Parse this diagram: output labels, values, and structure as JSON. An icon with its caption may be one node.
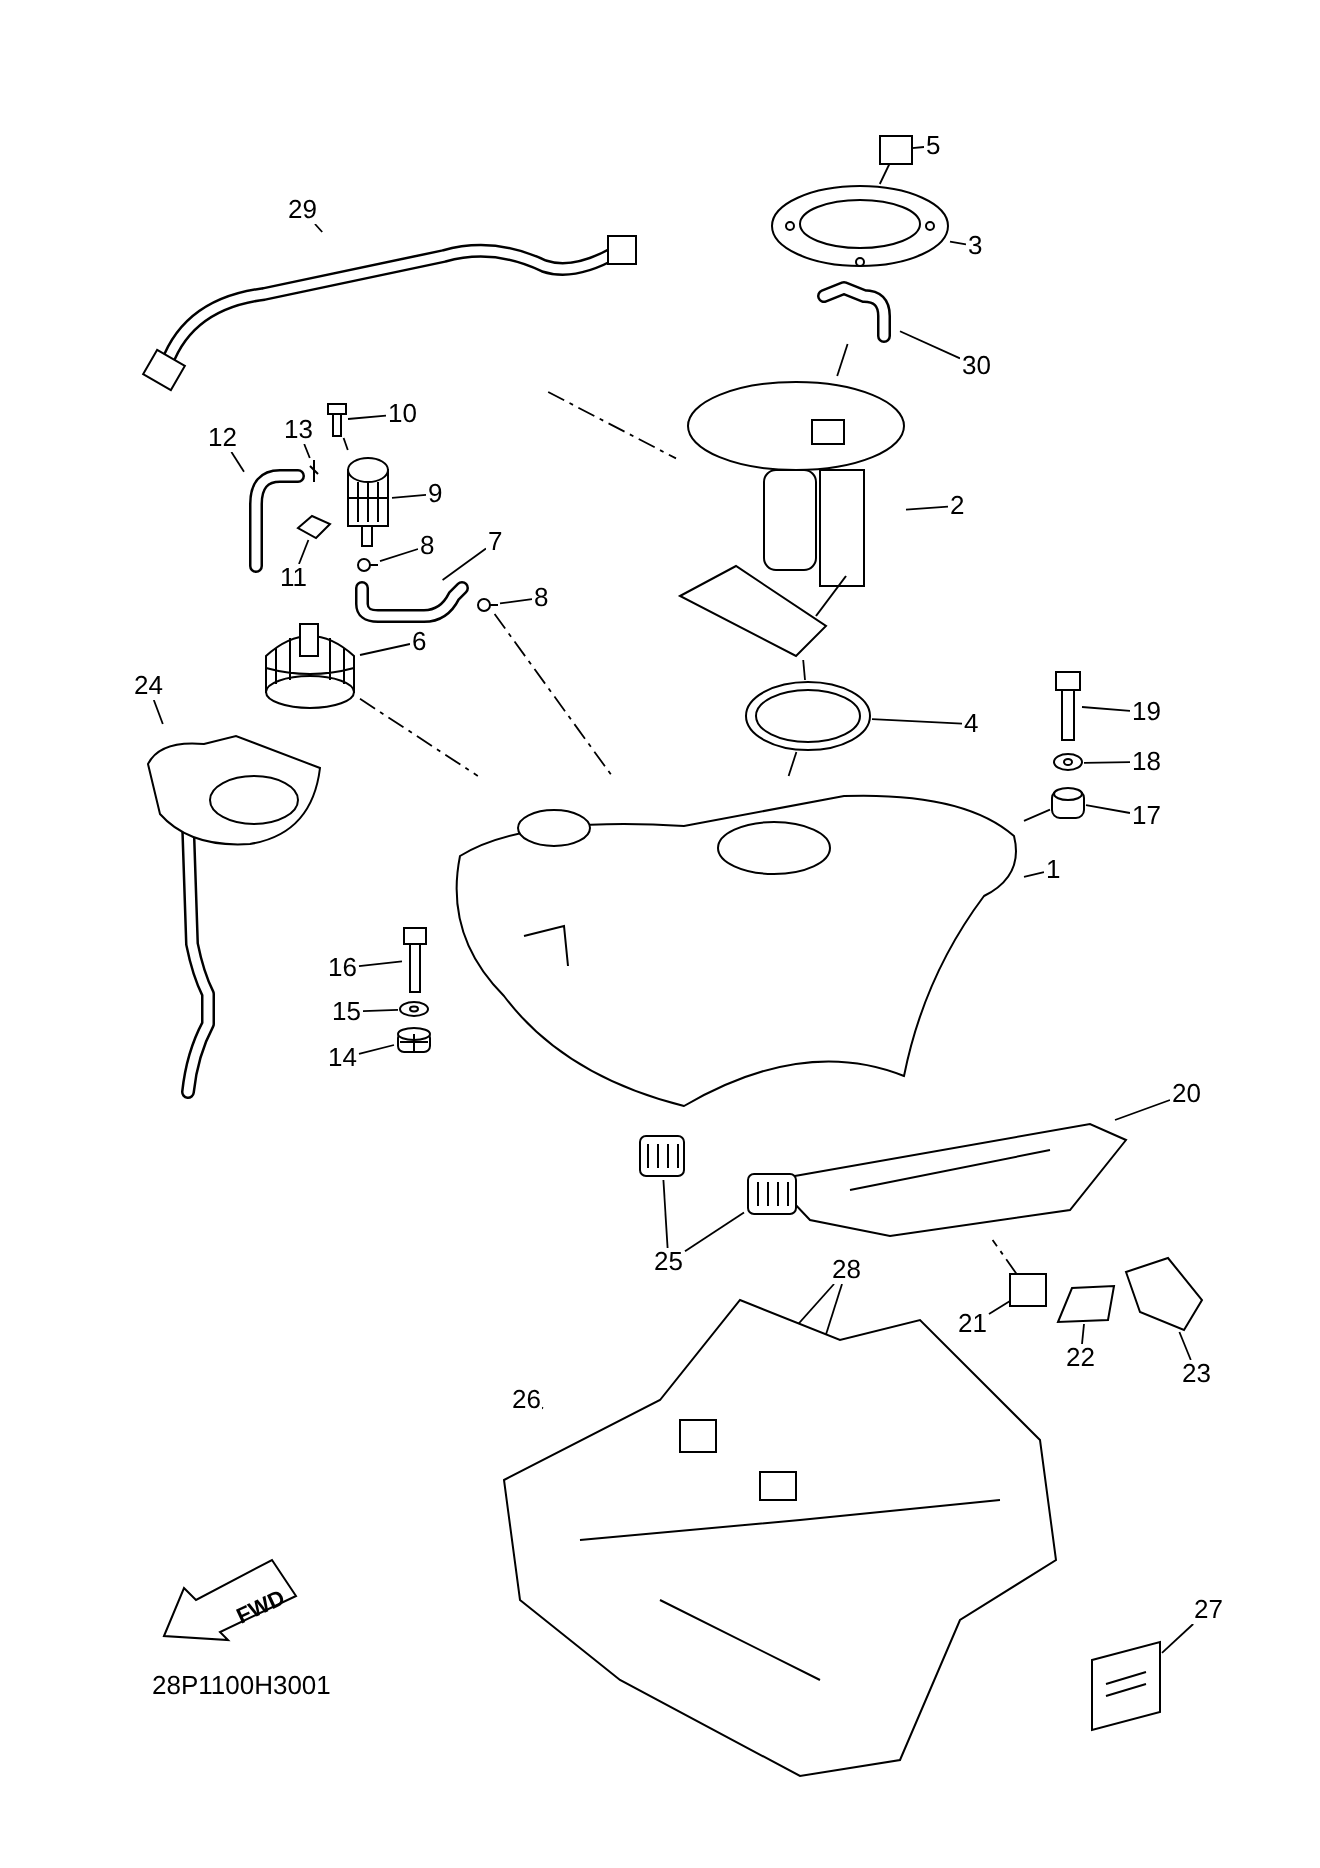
{
  "diagram": {
    "nodes": [
      {
        "text": [
          "5"
        ]
      },
      {
        "text": [
          "3"
        ]
      },
      {
        "text": [
          "29"
        ]
      },
      {
        "text": [
          "30"
        ]
      },
      {
        "text": [
          "10"
        ]
      },
      {
        "text": [
          "13"
        ]
      },
      {
        "text": [
          "12"
        ]
      },
      {
        "text": [
          "9"
        ]
      },
      {
        "text": [
          "2"
        ]
      },
      {
        "text": [
          "11"
        ]
      },
      {
        "text": [
          "8"
        ]
      },
      {
        "text": [
          "7"
        ]
      },
      {
        "text": [
          "8"
        ]
      },
      {
        "text": [
          "6"
        ]
      },
      {
        "text": [
          "24"
        ]
      },
      {
        "text": [
          "4"
        ]
      },
      {
        "text": [
          "19"
        ]
      },
      {
        "text": [
          "18"
        ]
      },
      {
        "text": [
          "17"
        ]
      },
      {
        "text": [
          "16"
        ]
      },
      {
        "text": [
          "15"
        ]
      },
      {
        "text": [
          "14"
        ]
      },
      {
        "text": [
          "1"
        ]
      },
      {
        "text": [
          "20"
        ]
      },
      {
        "text": [
          "21"
        ]
      },
      {
        "text": [
          "25"
        ]
      },
      {
        "text": [
          "22"
        ]
      },
      {
        "text": [
          "23"
        ]
      },
      {
        "text": [
          "28"
        ]
      },
      {
        "text": [
          "26"
        ]
      },
      {
        "text": [
          "27"
        ]
      },
      {
        "text": [],
        "shape": "box"
      },
      {
        "text": [],
        "shape": "picture"
      },
      {
        "text": [],
        "shape": "picture"
      },
      {
        "text": [],
        "shape": "picture"
      },
      {
        "text": [],
        "shape": "picture"
      },
      {
        "text": [],
        "shape": "picture"
      },
      {
        "text": [],
        "shape": "picture"
      },
      {
        "text": [],
        "shape": "picture"
      },
      {
        "text": [],
        "shape": "picture"
      },
      {
        "text": [],
        "shape": "picture"
      },
      {
        "text": [],
        "shape": "picture"
      },
      {
        "text": [],
        "shape": "picture"
      },
      {
        "text": [],
        "shape": "picture"
      },
      {
        "text": [],
        "shape": "picture"
      },
      {
        "text": [],
        "shape": "picture"
      },
      {
        "text": [],
        "shape": "picture"
      },
      {
        "text": [],
        "shape": "picture"
      },
      {
        "text": [],
        "shape": "picture"
      },
      {
        "text": [],
        "shape": "picture"
      },
      {
        "text": [],
        "shape": "picture"
      },
      {
        "text": [],
        "shape": "picture"
      },
      {
        "text": [],
        "shape": "picture"
      },
      {
        "text": [],
        "shape": "picture"
      },
      {
        "text": [],
        "shape": "picture"
      },
      {
        "text": [],
        "shape": "box"
      },
      {
        "text": [],
        "shape": "picture"
      },
      {
        "text": [],
        "shape": "picture"
      },
      {
        "text": [],
        "shape": "picture"
      },
      {
        "text": [],
        "shape": "picture"
      },
      {
        "text": [],
        "shape": "box",
        "in": 62
      },
      {
        "text": [],
        "shape": "box",
        "in": 62
      },
      {
        "text": [],
        "shape": "picture"
      },
      {
        "text": [],
        "shape": "picture"
      }
    ],
    "edges": [
      {
        "from": 0,
        "to": 31,
        "arrow": "none"
      },
      {
        "from": 1,
        "to": 32,
        "arrow": "none"
      },
      {
        "from": 2,
        "to": 33,
        "arrow": "none"
      },
      {
        "from": 3,
        "to": 34,
        "arrow": "none"
      },
      {
        "from": 4,
        "to": 35,
        "arrow": "none"
      },
      {
        "from": 5,
        "to": 36,
        "arrow": "none"
      },
      {
        "from": 6,
        "to": 37,
        "arrow": "none"
      },
      {
        "from": 7,
        "to": 38,
        "arrow": "none"
      },
      {
        "from": 8,
        "to": 39,
        "arrow": "none"
      },
      {
        "from": 9,
        "to": 40,
        "arrow": "none"
      },
      {
        "from": 10,
        "to": 41,
        "arrow": "none"
      },
      {
        "from": 11,
        "to": 42,
        "arrow": "none"
      },
      {
        "from": 12,
        "to": 43,
        "arrow": "none"
      },
      {
        "from": 13,
        "to": 44,
        "arrow": "none"
      },
      {
        "from": 14,
        "to": 45,
        "arrow": "none"
      },
      {
        "from": 15,
        "to": 46,
        "arrow": "none"
      },
      {
        "from": 16,
        "to": 47,
        "arrow": "none"
      },
      {
        "from": 17,
        "to": 48,
        "arrow": "none"
      },
      {
        "from": 18,
        "to": 49,
        "arrow": "none"
      },
      {
        "from": 19,
        "to": 50,
        "arrow": "none"
      },
      {
        "from": 20,
        "to": 51,
        "arrow": "none"
      },
      {
        "from": 21,
        "to": 52,
        "arrow": "none"
      },
      {
        "from": 22,
        "to": 53,
        "arrow": "none"
      },
      {
        "from": 23,
        "to": 54,
        "arrow": "none"
      },
      {
        "from": 24,
        "to": 55,
        "arrow": "none"
      },
      {
        "from": 25,
        "to": 56,
        "arrow": "none"
      },
      {
        "from": 25,
        "to": 57,
        "arrow": "none"
      },
      {
        "from": 26,
        "to": 58,
        "arrow": "none"
      },
      {
        "from": 27,
        "to": 59,
        "arrow": "none"
      },
      {
        "from": 28,
        "to": 60,
        "arrow": "none"
      },
      {
        "from": 28,
        "to": 61,
        "arrow": "none"
      },
      {
        "from": 29,
        "to": 62,
        "arrow": "none"
      },
      {
        "from": 30,
        "to": 63,
        "arrow": "none"
      },
      {
        "from": 31,
        "to": 32,
        "arrow": "none"
      },
      {
        "from": 33,
        "to": 39,
        "arrow": "none",
        "style": "dashed"
      },
      {
        "from": 34,
        "to": 39,
        "arrow": "none"
      },
      {
        "from": 35,
        "to": 38,
        "arrow": "none"
      },
      {
        "from": 39,
        "to": 46,
        "arrow": "none"
      },
      {
        "from": 46,
        "to": 53,
        "arrow": "none"
      },
      {
        "from": 43,
        "to": 53,
        "arrow": "none",
        "style": "dashed"
      },
      {
        "from": 44,
        "to": 53,
        "arrow": "none",
        "style": "dashed"
      },
      {
        "from": 49,
        "to": 53,
        "arrow": "none"
      },
      {
        "from": 55,
        "to": 54,
        "arrow": "none",
        "style": "dashed"
      }
    ],
    "labels": [
      "FWD",
      "28P1100H3001"
    ]
  }
}
